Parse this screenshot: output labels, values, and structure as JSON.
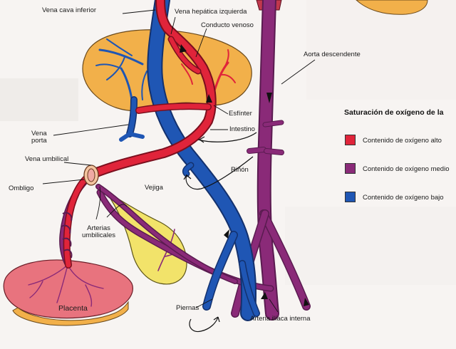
{
  "labels": {
    "vena_cava_inferior": "Vena cava inferior",
    "vena_hepatica_izquierda": "Vena hepática izquierda",
    "conducto_venoso": "Conducto venoso",
    "aorta_descendente": "Aorta descendente",
    "esfinter": "Esfínter",
    "intestino": "Intestino",
    "vena_porta": "Vena\nporta",
    "vena_umbilical": "Vena umbilical",
    "rinon": "Riñón",
    "ombligo": "Ombligo",
    "vejiga": "Vejiga",
    "arterias_umbilicales": "Arterias\numbilicales",
    "placenta": "Placenta",
    "piernas": "Piernas",
    "arteria_iliaca_interna": "Arteria ilíaca interna"
  },
  "legend": {
    "title": "Saturación de oxígeno de la",
    "items": [
      {
        "label": "Contenido de oxígeno alto",
        "color": "#e0243a"
      },
      {
        "label": "Contenido de oxígeno medio",
        "color": "#8a2a78"
      },
      {
        "label": "Contenido de oxígeno bajo",
        "color": "#1f56b4"
      }
    ]
  },
  "colors": {
    "oxygen_high": "#e0243a",
    "oxygen_medium": "#8a2a78",
    "oxygen_low": "#1f56b4",
    "liver": "#f2b04a",
    "bladder": "#f2e36a",
    "placenta": "#e8737e"
  }
}
